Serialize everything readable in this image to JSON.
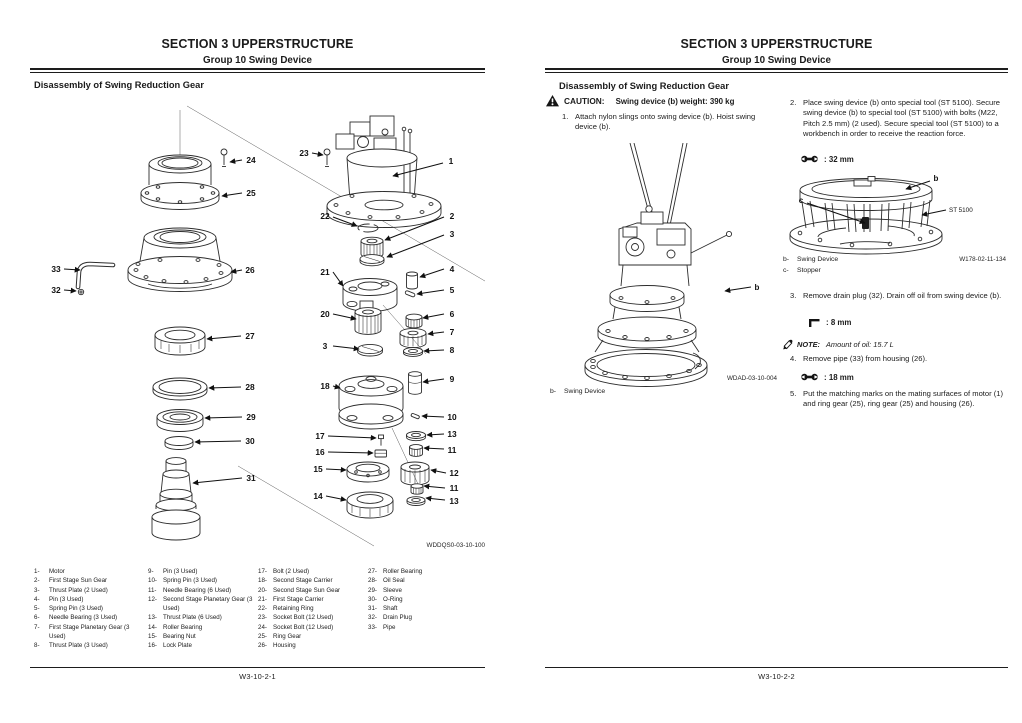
{
  "page_left": {
    "header_section": "SECTION 3 UPPERSTRUCTURE",
    "header_group": "Group 10 Swing Device",
    "title": "Disassembly of Swing Reduction Gear",
    "figure_code": "WDDQS0-03-10-100",
    "footer": "W3-10-2-1",
    "callouts": {
      "1": "1",
      "2": "2",
      "3": "3",
      "4": "4",
      "5": "5",
      "6": "6",
      "7": "7",
      "8": "8",
      "9": "9",
      "10": "10",
      "11": "11",
      "12": "12",
      "13": "13",
      "14": "14",
      "15": "15",
      "16": "16",
      "17": "17",
      "18": "18",
      "20": "20",
      "21": "21",
      "22": "22",
      "23": "23",
      "24": "24",
      "25": "25",
      "26": "26",
      "27": "27",
      "28": "28",
      "29": "29",
      "30": "30",
      "31": "31",
      "32": "32",
      "33": "33"
    },
    "parts": [
      {
        "num": "1-",
        "name": "Motor"
      },
      {
        "num": "2-",
        "name": "First Stage Sun Gear"
      },
      {
        "num": "3-",
        "name": "Thrust Plate (2 Used)"
      },
      {
        "num": "4-",
        "name": "Pin (3 Used)"
      },
      {
        "num": "5-",
        "name": "Spring Pin (3 Used)"
      },
      {
        "num": "6-",
        "name": "Needle Bearing (3 Used)"
      },
      {
        "num": "7-",
        "name": "First Stage Planetary Gear (3 Used)"
      },
      {
        "num": "8-",
        "name": "Thrust Plate (3 Used)"
      },
      {
        "num": "9-",
        "name": "Pin (3 Used)"
      },
      {
        "num": "10-",
        "name": "Spring Pin (3 Used)"
      },
      {
        "num": "11-",
        "name": "Needle Bearing (6 Used)"
      },
      {
        "num": "12-",
        "name": "Second Stage Planetary Gear (3 Used)"
      },
      {
        "num": "13-",
        "name": "Thrust Plate (6 Used)"
      },
      {
        "num": "14-",
        "name": "Roller Bearing"
      },
      {
        "num": "15-",
        "name": "Bearing Nut"
      },
      {
        "num": "16-",
        "name": "Lock Plate"
      },
      {
        "num": "17-",
        "name": "Bolt (2 Used)"
      },
      {
        "num": "18-",
        "name": "Second Stage Carrier"
      },
      {
        "num": "20-",
        "name": "Second Stage Sun Gear"
      },
      {
        "num": "21-",
        "name": "First Stage Carrier"
      },
      {
        "num": "22-",
        "name": "Retaining Ring"
      },
      {
        "num": "23-",
        "name": "Socket Bolt (12 Used)"
      },
      {
        "num": "24-",
        "name": "Socket Bolt (12 Used)"
      },
      {
        "num": "25-",
        "name": "Ring Gear"
      },
      {
        "num": "26-",
        "name": "Housing"
      },
      {
        "num": "27-",
        "name": "Roller Bearing"
      },
      {
        "num": "28-",
        "name": "Oil Seal"
      },
      {
        "num": "29-",
        "name": "Sleeve"
      },
      {
        "num": "30-",
        "name": "O-Ring"
      },
      {
        "num": "31-",
        "name": "Shaft"
      },
      {
        "num": "32-",
        "name": "Drain Plug"
      },
      {
        "num": "33-",
        "name": "Pipe"
      }
    ]
  },
  "page_right": {
    "header_section": "SECTION 3 UPPERSTRUCTURE",
    "header_group": "Group 10 Swing Device",
    "title": "Disassembly of Swing Reduction Gear",
    "caution_label": "CAUTION:",
    "caution_text": "Swing device (b) weight: 390 kg",
    "steps": {
      "s1": {
        "num": "1.",
        "text": "Attach nylon slings onto swing device (b). Hoist swing device (b)."
      },
      "s2": {
        "num": "2.",
        "text": "Place swing device (b) onto special tool (ST 5100). Secure swing device (b) to special tool (ST 5100) with bolts (M22, Pitch 2.5 mm) (2 used). Secure special tool (ST 5100) to a workbench in order to receive the reaction force."
      },
      "s3": {
        "num": "3.",
        "text": "Remove drain plug (32). Drain off oil from swing device (b)."
      },
      "s4": {
        "num": "4.",
        "text": "Remove pipe (33) from housing (26)."
      },
      "s5": {
        "num": "5.",
        "text": "Put the matching marks on the mating surfaces of motor (1) and ring gear (25), ring gear (25) and housing (26)."
      }
    },
    "tools": {
      "wrench_32": ": 32 mm",
      "hex_8": ": 8 mm",
      "wrench_18": ": 18 mm"
    },
    "note_label": "NOTE:",
    "note_text": "Amount of oil: 15.7 L",
    "fig_hoist": {
      "label_b": "b",
      "code": "WDAD-03-10-004",
      "legend_key": "b-",
      "legend_val": "Swing Device"
    },
    "fig_tool": {
      "label_b": "b",
      "label_c": "c",
      "label_tool": "ST 5100",
      "code": "W178-02-11-134",
      "legend": [
        {
          "key": "b-",
          "val": "Swing Device"
        },
        {
          "key": "c-",
          "val": "Stopper"
        }
      ]
    },
    "footer": "W3-10-2-2"
  }
}
